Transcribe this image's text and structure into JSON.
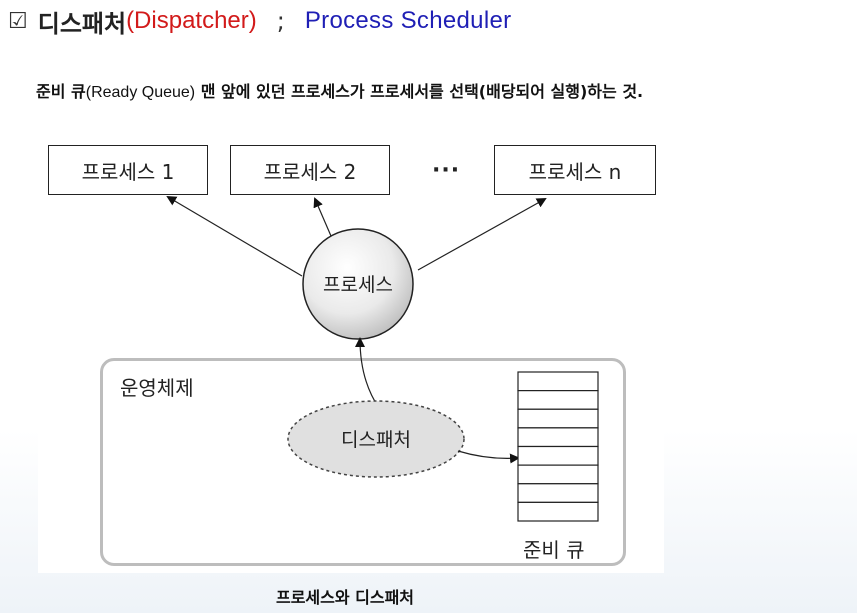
{
  "header": {
    "checkbox_icon": "☑",
    "title_korean": "디스패처",
    "title_english": "(Dispatcher)",
    "separator": ";",
    "subtitle": "Process  Scheduler"
  },
  "description": {
    "part1": "준비 큐",
    "part2": "(Ready Queue)",
    "part3": " 맨 앞에 있던 프로세스가 프로세서를 선택(배당되어 실행)하는 것."
  },
  "diagram": {
    "process_boxes": [
      "프로세스 1",
      "프로세스 2",
      "프로세스 n"
    ],
    "ellipsis": "···",
    "process_node": "프로세스",
    "os_label": "운영체제",
    "dispatcher_node": "디스패처",
    "ready_queue_label": "준비 큐",
    "queue_slot_count": 8,
    "colors": {
      "process_node_fill": "#e6e6e6",
      "dispatcher_fill": "#e0e0e0",
      "os_border": "#bdbdbd",
      "title_english": "#d21a1a",
      "subtitle": "#1f1fb5"
    }
  },
  "caption": "프로세스와 디스패처"
}
